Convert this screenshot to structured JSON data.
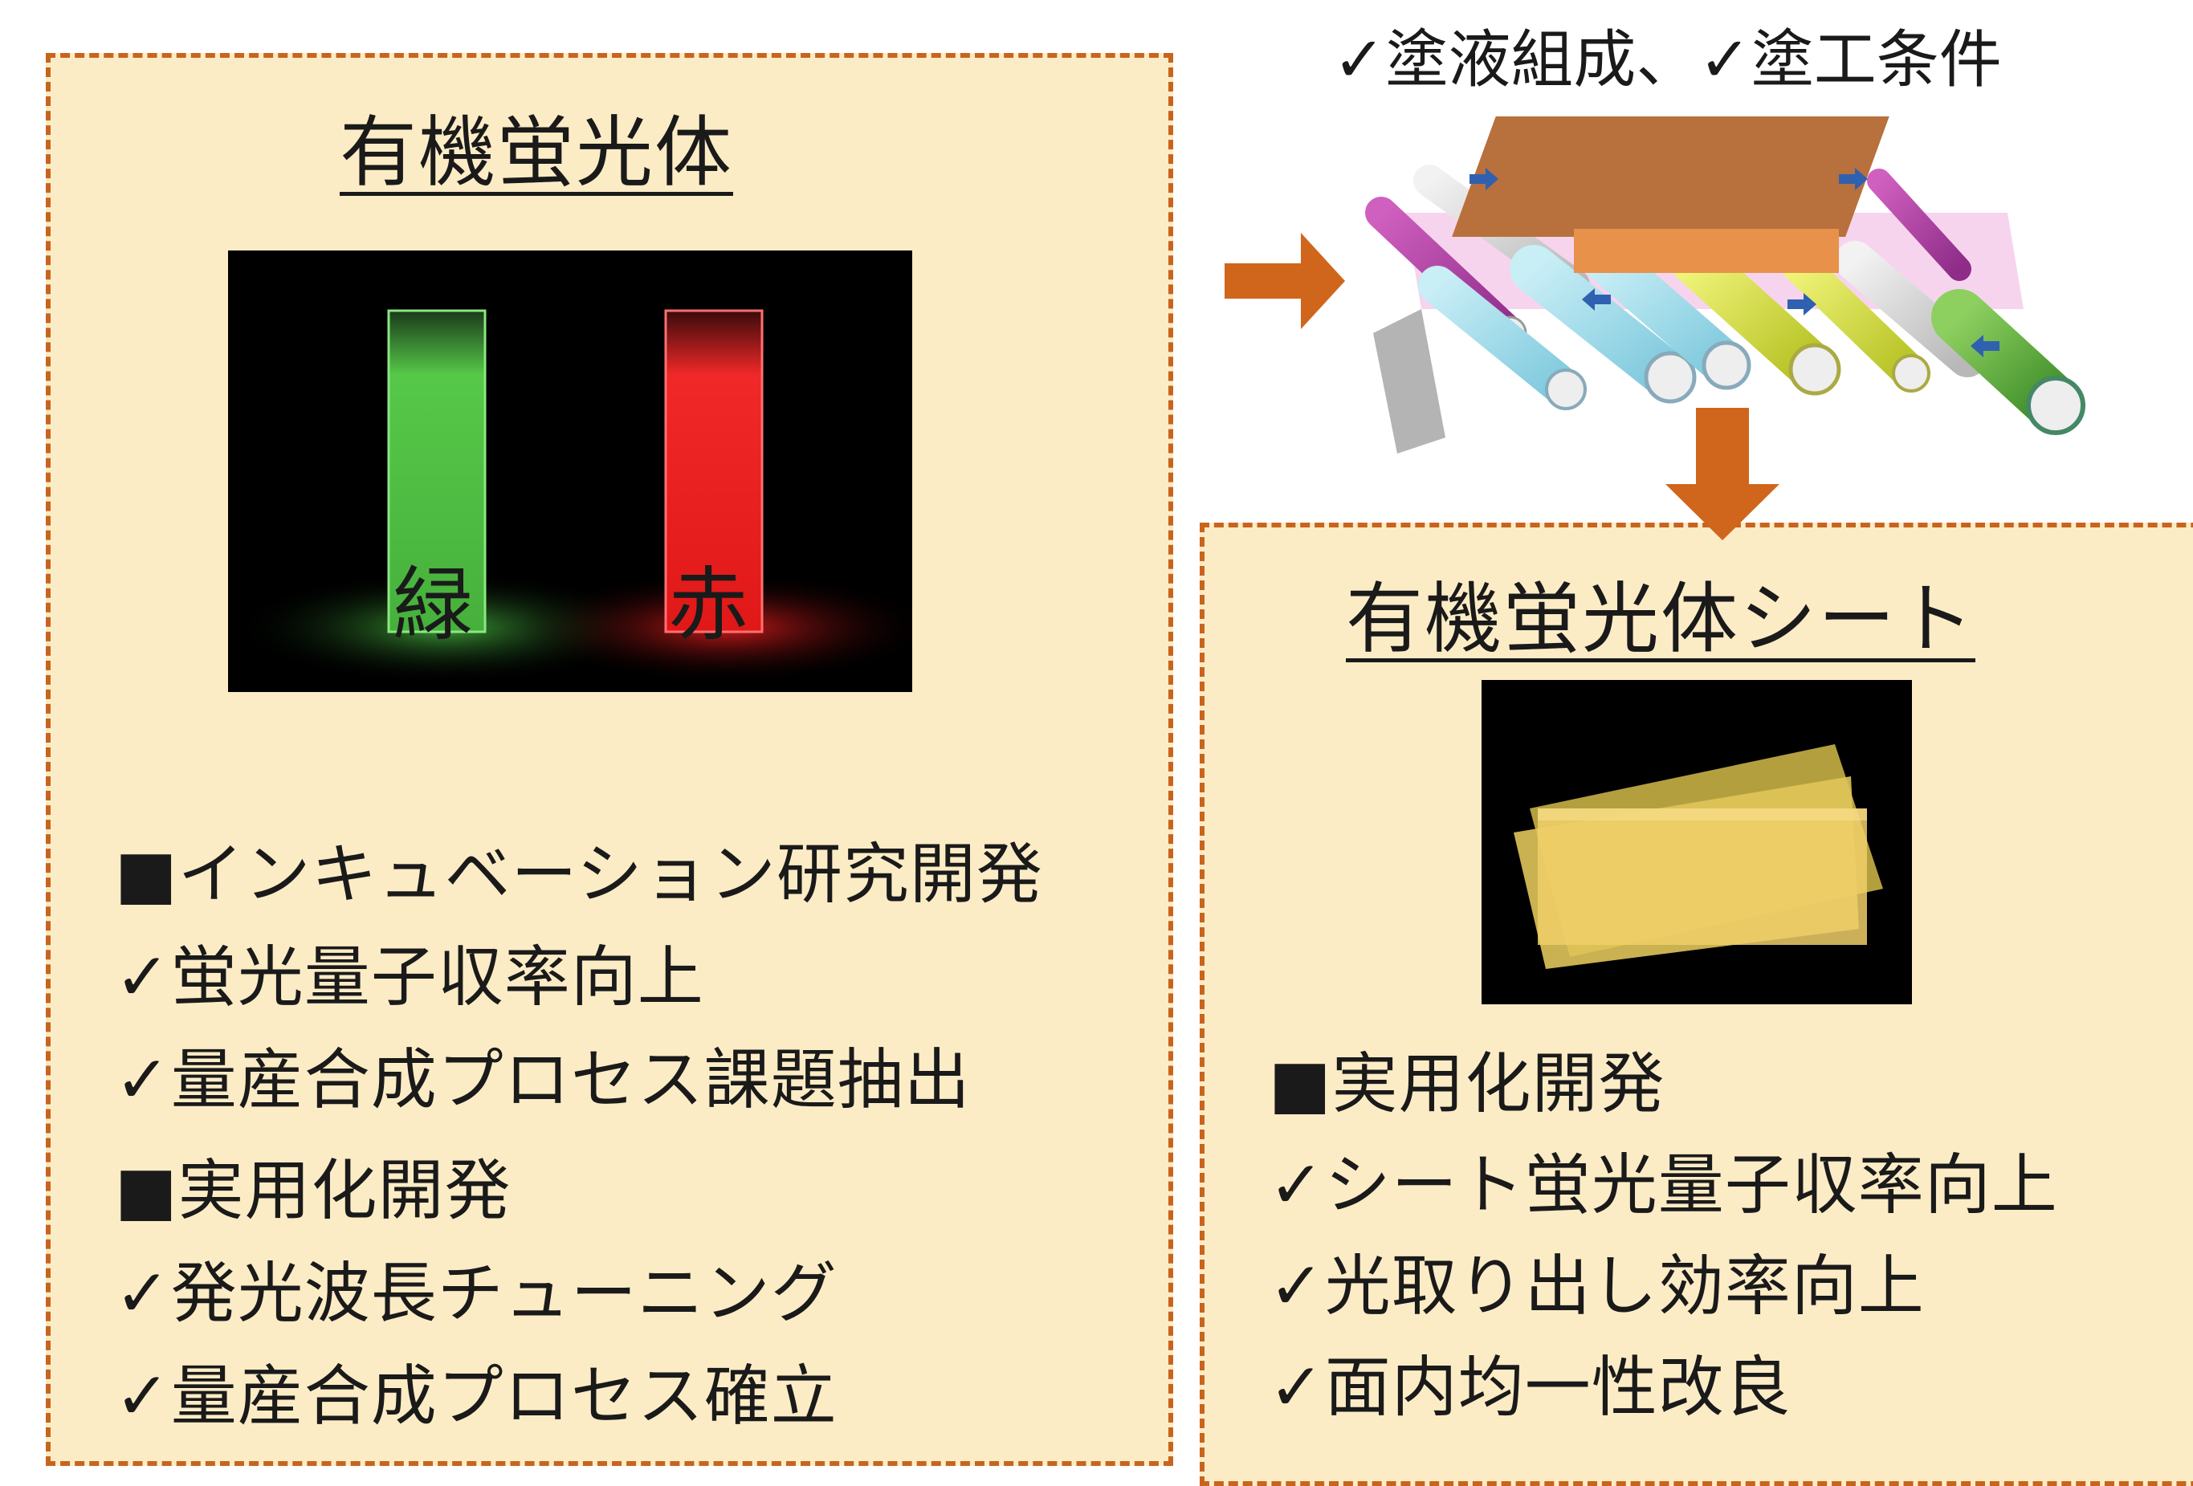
{
  "top_caption": "✓塗液組成、✓塗工条件",
  "left_panel": {
    "title": "有機蛍光体",
    "photo": {
      "cuvette_green_label": "緑",
      "cuvette_red_label": "赤"
    },
    "lines": [
      "■インキュベーション研究開発",
      "✓蛍光量子収率向上",
      "✓量産合成プロセス課題抽出",
      "■実用化開発",
      "✓発光波長チューニング",
      "✓量産合成プロセス確立"
    ]
  },
  "right_panel": {
    "title": "有機蛍光体シート",
    "lines": [
      "■実用化開発",
      "✓シート蛍光量子収率向上",
      "✓光取り出し効率向上",
      "✓面内均一性改良"
    ]
  },
  "colors": {
    "panel_fill": "#fcecc6",
    "panel_border": "#c8641e",
    "arrow": "#d0661c"
  }
}
